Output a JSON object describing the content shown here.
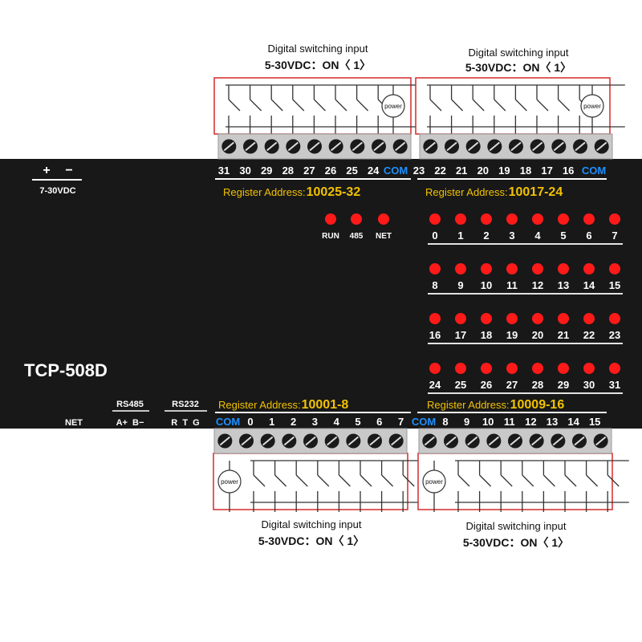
{
  "model": "TCP-508D",
  "power": {
    "plus": "+",
    "minus": "−",
    "voltage": "7-30VDC"
  },
  "net_label": "NET",
  "rs485": {
    "title": "RS485",
    "pins": "A+  B−"
  },
  "rs232": {
    "title": "RS232",
    "pins": "R  T  G"
  },
  "status_leds": [
    "RUN",
    "485",
    "NET"
  ],
  "input_caption": {
    "line1": "Digital switching input",
    "line2": "5-30VDC：ON〈 1〉"
  },
  "power_label": "power",
  "com_label": "COM",
  "top_terminals": {
    "left": [
      "31",
      "30",
      "29",
      "28",
      "27",
      "26",
      "25",
      "24"
    ],
    "right": [
      "23",
      "22",
      "21",
      "20",
      "19",
      "18",
      "17",
      "16"
    ]
  },
  "bottom_terminals": {
    "left": [
      "0",
      "1",
      "2",
      "3",
      "4",
      "5",
      "6",
      "7"
    ],
    "right": [
      "8",
      "9",
      "10",
      "11",
      "12",
      "13",
      "14",
      "15"
    ]
  },
  "register": {
    "label": "Register Address:",
    "top_left": "10025-32",
    "top_right": "10017-24",
    "bottom_left": "10001-8",
    "bottom_right": "10009-16"
  },
  "led_rows": [
    [
      "0",
      "1",
      "2",
      "3",
      "4",
      "5",
      "6",
      "7"
    ],
    [
      "8",
      "9",
      "10",
      "11",
      "12",
      "13",
      "14",
      "15"
    ],
    [
      "16",
      "17",
      "18",
      "19",
      "20",
      "21",
      "22",
      "23"
    ],
    [
      "24",
      "25",
      "26",
      "27",
      "28",
      "29",
      "30",
      "31"
    ]
  ],
  "colors": {
    "panel": "#181818",
    "led": "#ff1a1a",
    "register": "#f2c200",
    "com": "#1e90ff",
    "frame": "#d42a2a"
  }
}
